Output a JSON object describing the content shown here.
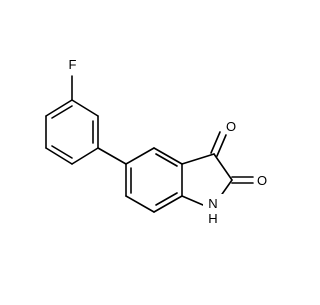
{
  "molecule": {
    "atom_labels": {
      "fluorine": "F",
      "oxygen_c3": "O",
      "oxygen_c2": "O",
      "nitrogen_h": "NH"
    },
    "colors": {
      "bond": "#000000",
      "text": "#000000",
      "background": "#ffffff"
    }
  }
}
